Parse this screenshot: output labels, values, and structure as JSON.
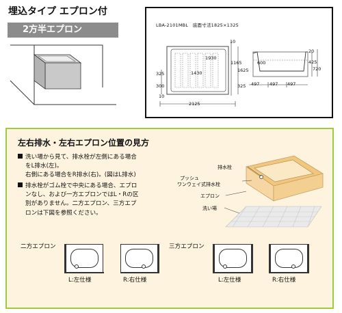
{
  "header": {
    "title": "埋込タイプ エプロン付",
    "subtitle": "2方半エプロン"
  },
  "drawing": {
    "model_label": "LBA-2101MBL　底面寸法1825×1325",
    "dims": {
      "d10_top": "10",
      "d1930": "1930",
      "d1430": "1430",
      "d1165": "1165",
      "d1625": "1625",
      "d325_left": "325",
      "d300": "300",
      "d325_right": "325",
      "d10_bottom": "10",
      "d2125": "2125",
      "d20": "20",
      "d600": "600",
      "d425": "425",
      "d720": "720",
      "d497a": "497",
      "d497b": "497",
      "d497c": "497"
    }
  },
  "guide": {
    "title": "左右排水・左右エプロン位置の見方",
    "bullet1_lines": [
      "洗い場から見て、排水栓が左側にある場合",
      "をL排水(左)。",
      "右側にある場合をR排水(右)。(図はL排水)"
    ],
    "bullet2_lines": [
      "排水栓がゴム栓で中央にある場合、エプロ",
      "ンなし、および一方エプロンではL・Rの区",
      "別がありません。二方エプロン、三方エプ",
      "ロンは下図を参照ください。"
    ],
    "iso_labels": {
      "drain": "排水栓",
      "push1": "プッシュ",
      "push2": "ワンウェイ式排水栓",
      "apron": "エプロン",
      "washing": "洗い場"
    },
    "two_way_label": "二方エプロン",
    "three_way_label": "三方エプロン",
    "captions": [
      "L:左仕様",
      "R:右仕様",
      "L:左仕様",
      "R:右仕様"
    ]
  }
}
